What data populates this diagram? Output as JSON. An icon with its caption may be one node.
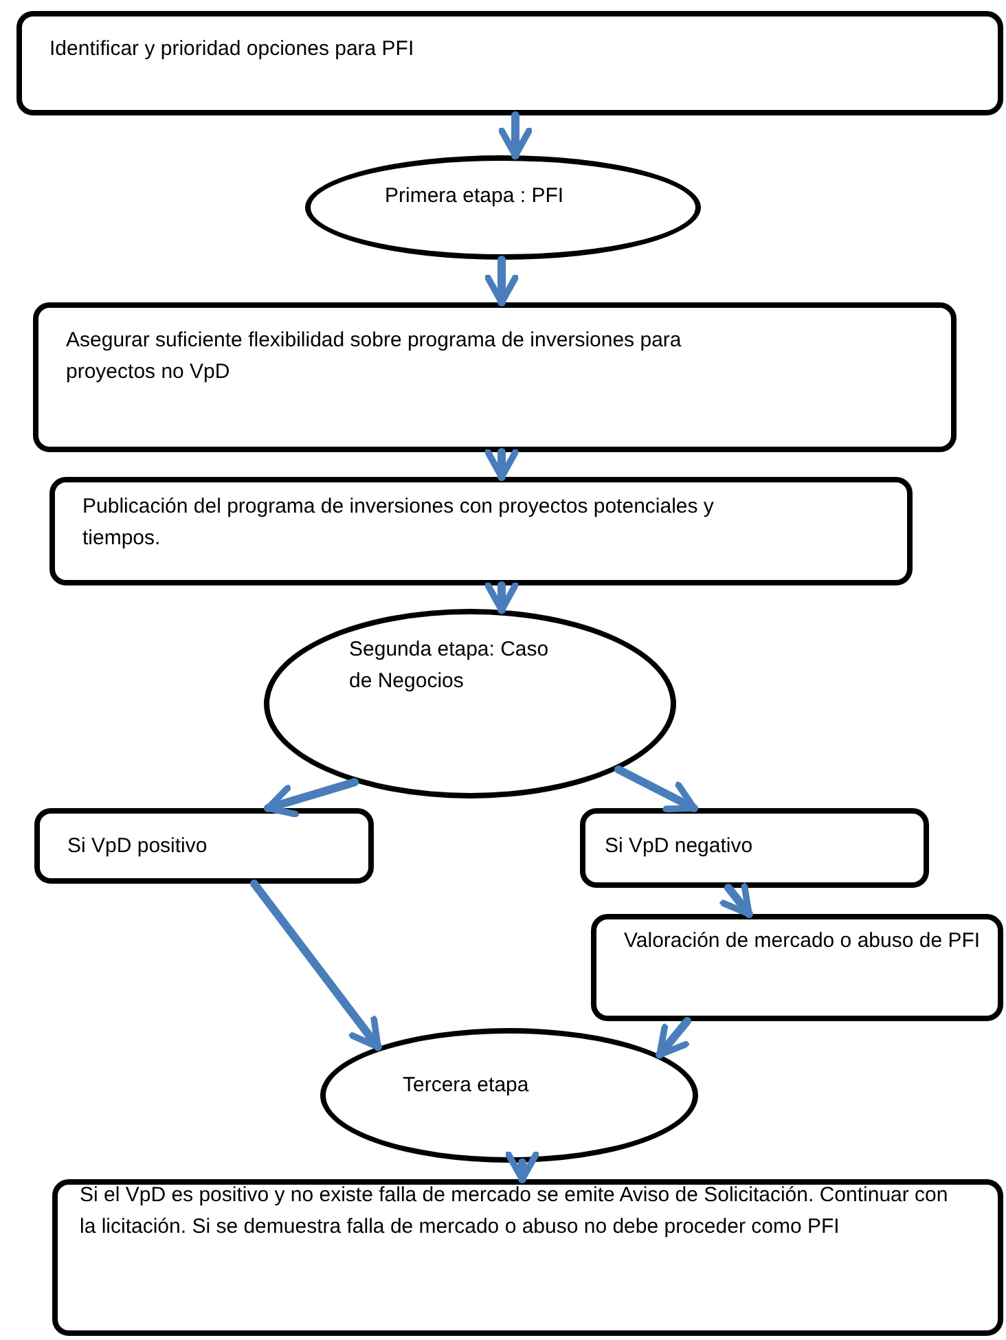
{
  "diagram": {
    "nodes": [
      {
        "text": [
          "Identificar y prioridad opciones para PFI"
        ]
      },
      {
        "text": [
          "Primera etapa : PFI"
        ]
      },
      {
        "text": [
          "Asegurar suficiente flexibilidad sobre programa de inversiones para proyectos no VpD"
        ]
      },
      {
        "text": [
          "Publicación del programa de inversiones con proyectos potenciales y tiempos."
        ]
      },
      {
        "text": [
          "Segunda etapa: Caso de Negocios"
        ]
      },
      {
        "text": [
          "Si VpD positivo"
        ]
      },
      {
        "text": [
          "Si VpD negativo"
        ]
      },
      {
        "text": [
          "Valoración de mercado o abuso de PFI"
        ]
      },
      {
        "text": [
          "Tercera etapa"
        ]
      },
      {
        "text": [
          "Si el VpD es positivo y no existe falla de mercado se emite Aviso de Solicitación. Continuar con la licitación. Si se demuestra falla de mercado o abuso no debe proceder como PFI"
        ]
      }
    ],
    "edges": [
      {
        "from": 0,
        "to": 1,
        "arrow": "to"
      },
      {
        "from": 1,
        "to": 2,
        "arrow": "to"
      },
      {
        "from": 2,
        "to": 3,
        "arrow": "to"
      },
      {
        "from": 3,
        "to": 4,
        "arrow": "to"
      },
      {
        "from": 4,
        "to": 5,
        "arrow": "to"
      },
      {
        "from": 4,
        "to": 6,
        "arrow": "to"
      },
      {
        "from": 6,
        "to": 7,
        "arrow": "to"
      },
      {
        "from": 5,
        "to": 8,
        "arrow": "to"
      },
      {
        "from": 7,
        "to": 8,
        "arrow": "to"
      },
      {
        "from": 8,
        "to": 9,
        "arrow": "to"
      }
    ]
  }
}
